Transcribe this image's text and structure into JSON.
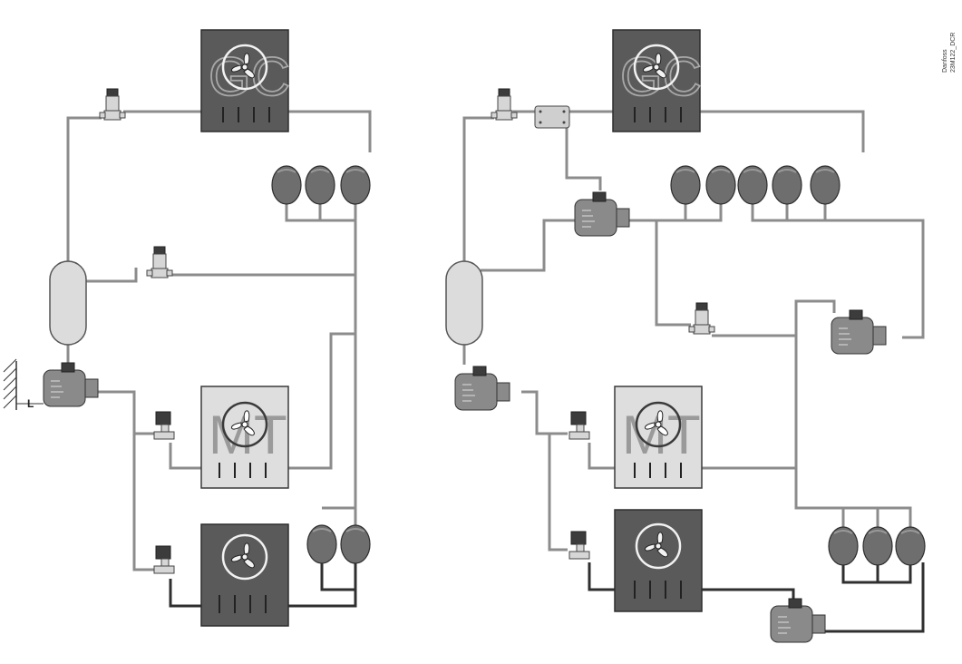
{
  "diagram": {
    "left_system": {
      "gas_cooler_label": "GC",
      "mt_evaporator_label": "MT",
      "level_label": "L"
    },
    "right_system": {
      "gas_cooler_label": "GC",
      "mt_evaporator_label": "MT"
    },
    "drawing_code_line1": "Danfoss",
    "drawing_code_line2": "23M122_DCR"
  },
  "colors": {
    "pipe_light": "#8c8c8c",
    "pipe_dark": "#2f2f2f",
    "gas_cooler": "#5a5a5a",
    "mt_evaporator": "#dedede",
    "lt_evaporator": "#5a5a5a",
    "compressor": "#6e6e6e"
  },
  "icons": [
    "fan-icon",
    "compressor-icon",
    "valve-icon",
    "solenoid-valve-icon",
    "ejector-icon",
    "receiver-icon"
  ]
}
